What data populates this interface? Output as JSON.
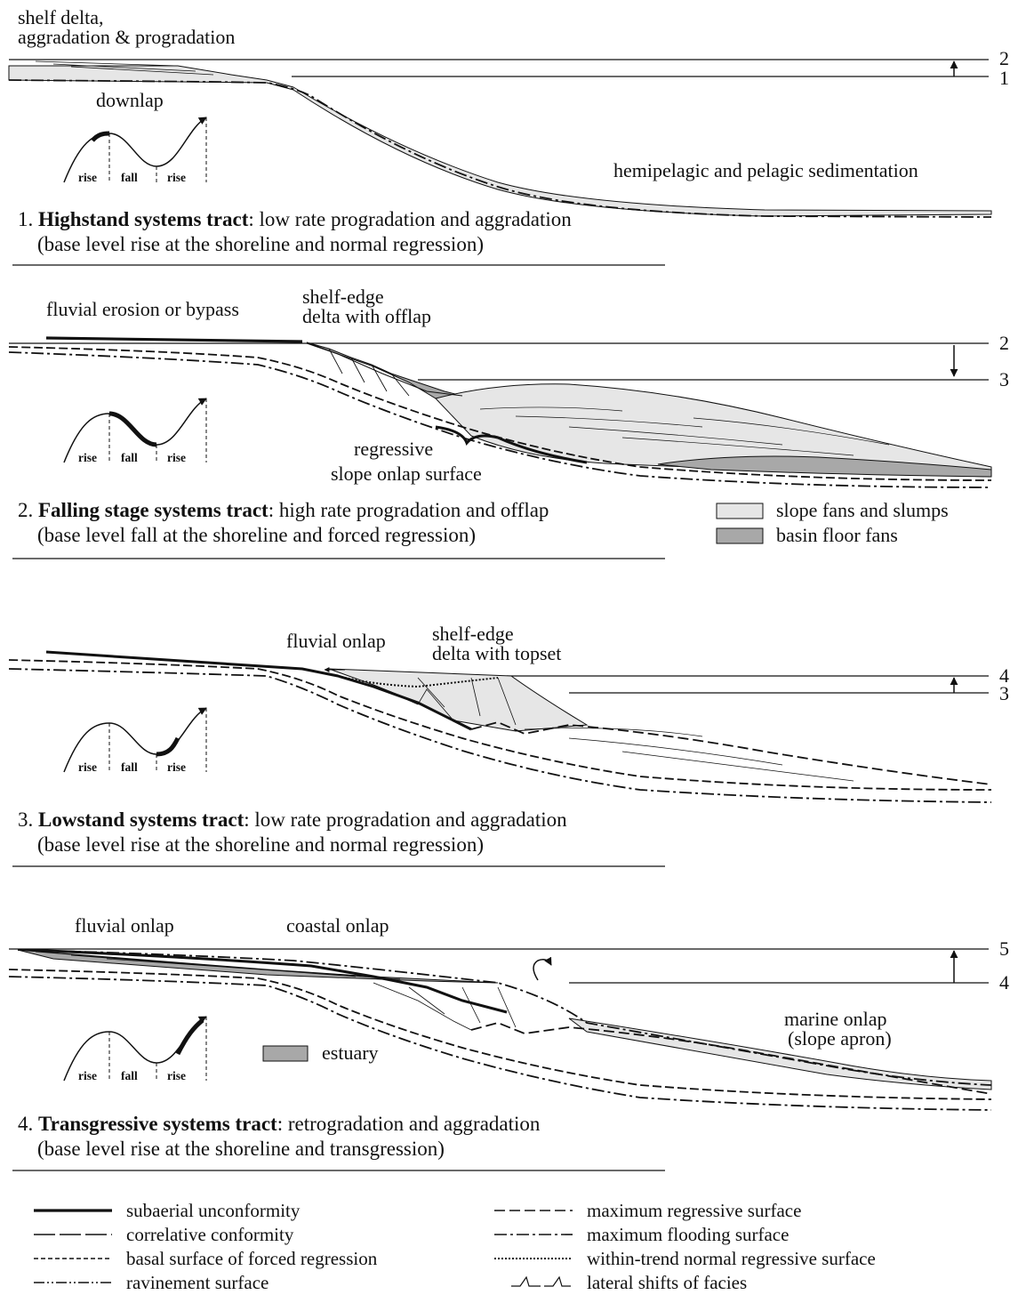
{
  "panel1": {
    "label_delta_1": "shelf delta,",
    "label_delta_2": "aggradation & progradation",
    "label_downlap": "downlap",
    "label_hemipelagic": "hemipelagic and pelagic sedimentation",
    "num": "1.",
    "tract_name": "Highstand systems tract",
    "tract_desc": ": low rate progradation and aggradation",
    "subtitle": "(base level rise at the shoreline and normal regression)",
    "level_top": "2",
    "level_bottom": "1"
  },
  "panel2": {
    "label_fluvial": "fluvial erosion or bypass",
    "label_shelf_edge_1": "shelf-edge",
    "label_shelf_edge_2": "delta with offlap",
    "label_regressive_1": "regressive",
    "label_regressive_2": "slope onlap surface",
    "num": "2.",
    "tract_name": "Falling stage systems tract",
    "tract_desc": ": high rate progradation and offlap",
    "subtitle": "(base level fall at the shoreline and forced regression)",
    "level_top": "2",
    "level_bottom": "3",
    "legend_slope": "slope fans and slumps",
    "legend_basin": "basin floor fans"
  },
  "panel3": {
    "label_fluvial_onlap": "fluvial onlap",
    "label_shelf_edge_1": "shelf-edge",
    "label_shelf_edge_2": "delta with topset",
    "num": "3.",
    "tract_name": "Lowstand systems tract",
    "tract_desc": ": low rate progradation and aggradation",
    "subtitle": "(base level rise at the shoreline and normal regression)",
    "level_top": "4",
    "level_bottom": "3"
  },
  "panel4": {
    "label_fluvial_onlap": "fluvial onlap",
    "label_coastal_onlap": "coastal onlap",
    "label_marine_onlap_1": "marine onlap",
    "label_marine_onlap_2": "(slope apron)",
    "legend_estuary": "estuary",
    "num": "4.",
    "tract_name": "Transgressive systems tract",
    "tract_desc": ": retrogradation and aggradation",
    "subtitle": "(base level rise at the shoreline and transgression)",
    "level_top": "5",
    "level_bottom": "4"
  },
  "curve": {
    "rise": "rise",
    "fall": "fall"
  },
  "legend": {
    "subaerial": "subaerial unconformity",
    "correlative": "correlative conformity",
    "basal": "basal surface of forced regression",
    "ravinement": "ravinement surface",
    "max_regressive": "maximum regressive surface",
    "max_flooding": "maximum flooding surface",
    "within_trend": "within-trend normal regressive surface",
    "lateral_shifts": "lateral shifts of facies"
  },
  "colors": {
    "light_fill": "#e6e6e6",
    "dark_fill": "#a8a8a8",
    "line": "#111111"
  }
}
